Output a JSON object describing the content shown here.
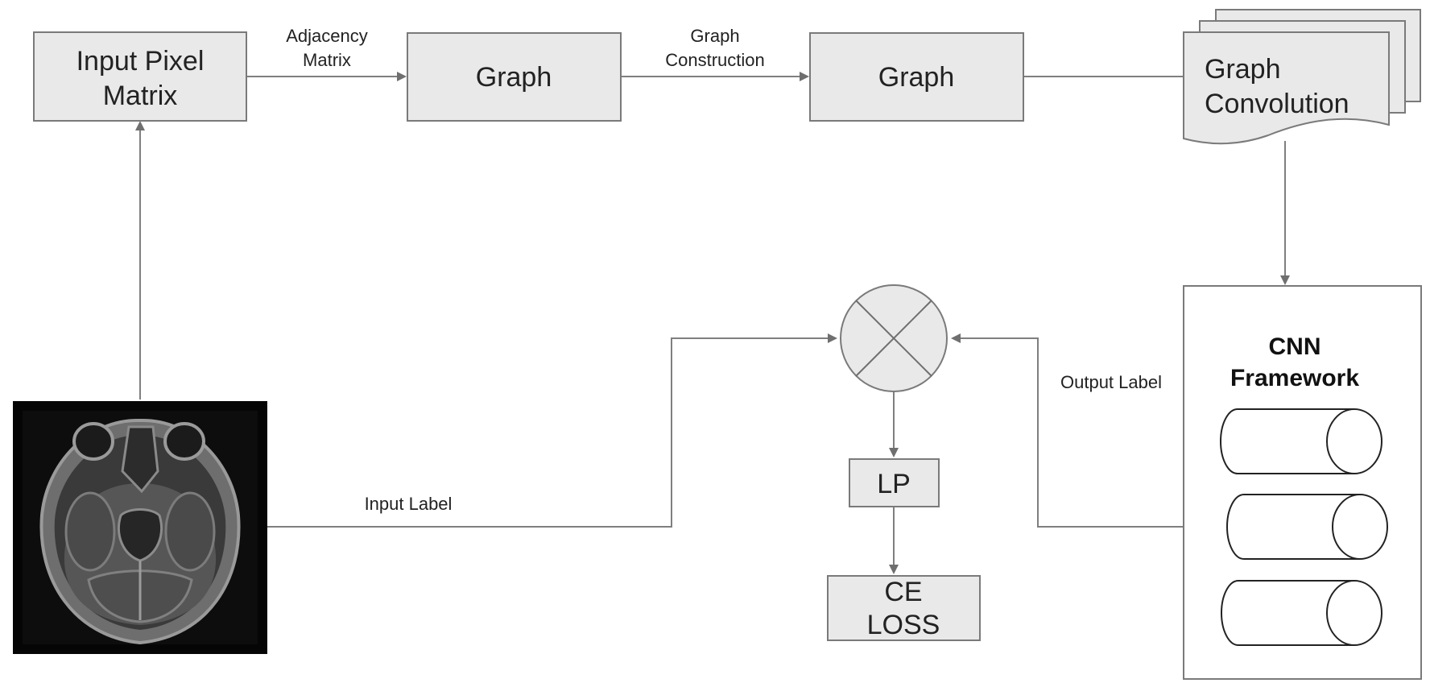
{
  "nodes": {
    "input_pixel_matrix": [
      "Input Pixel",
      "Matrix"
    ],
    "graph_1": "Graph",
    "graph_2": "Graph",
    "graph_convolution": [
      "Graph",
      "Convolution"
    ],
    "cnn_framework": [
      "CNN",
      "Framework"
    ],
    "lp": "LP",
    "ce_loss": [
      "CE",
      "LOSS"
    ]
  },
  "edge_labels": {
    "adjacency_matrix": [
      "Adjacency",
      "Matrix"
    ],
    "graph_construction": [
      "Graph",
      "Construction"
    ],
    "input_label": "Input Label",
    "output_label": "Output Label"
  },
  "image": {
    "subject": "brain-mri-axial-slice"
  },
  "colors": {
    "box_fill": "#e9e9e9",
    "box_stroke": "#7a7a7a",
    "line": "#7f7f7f"
  }
}
